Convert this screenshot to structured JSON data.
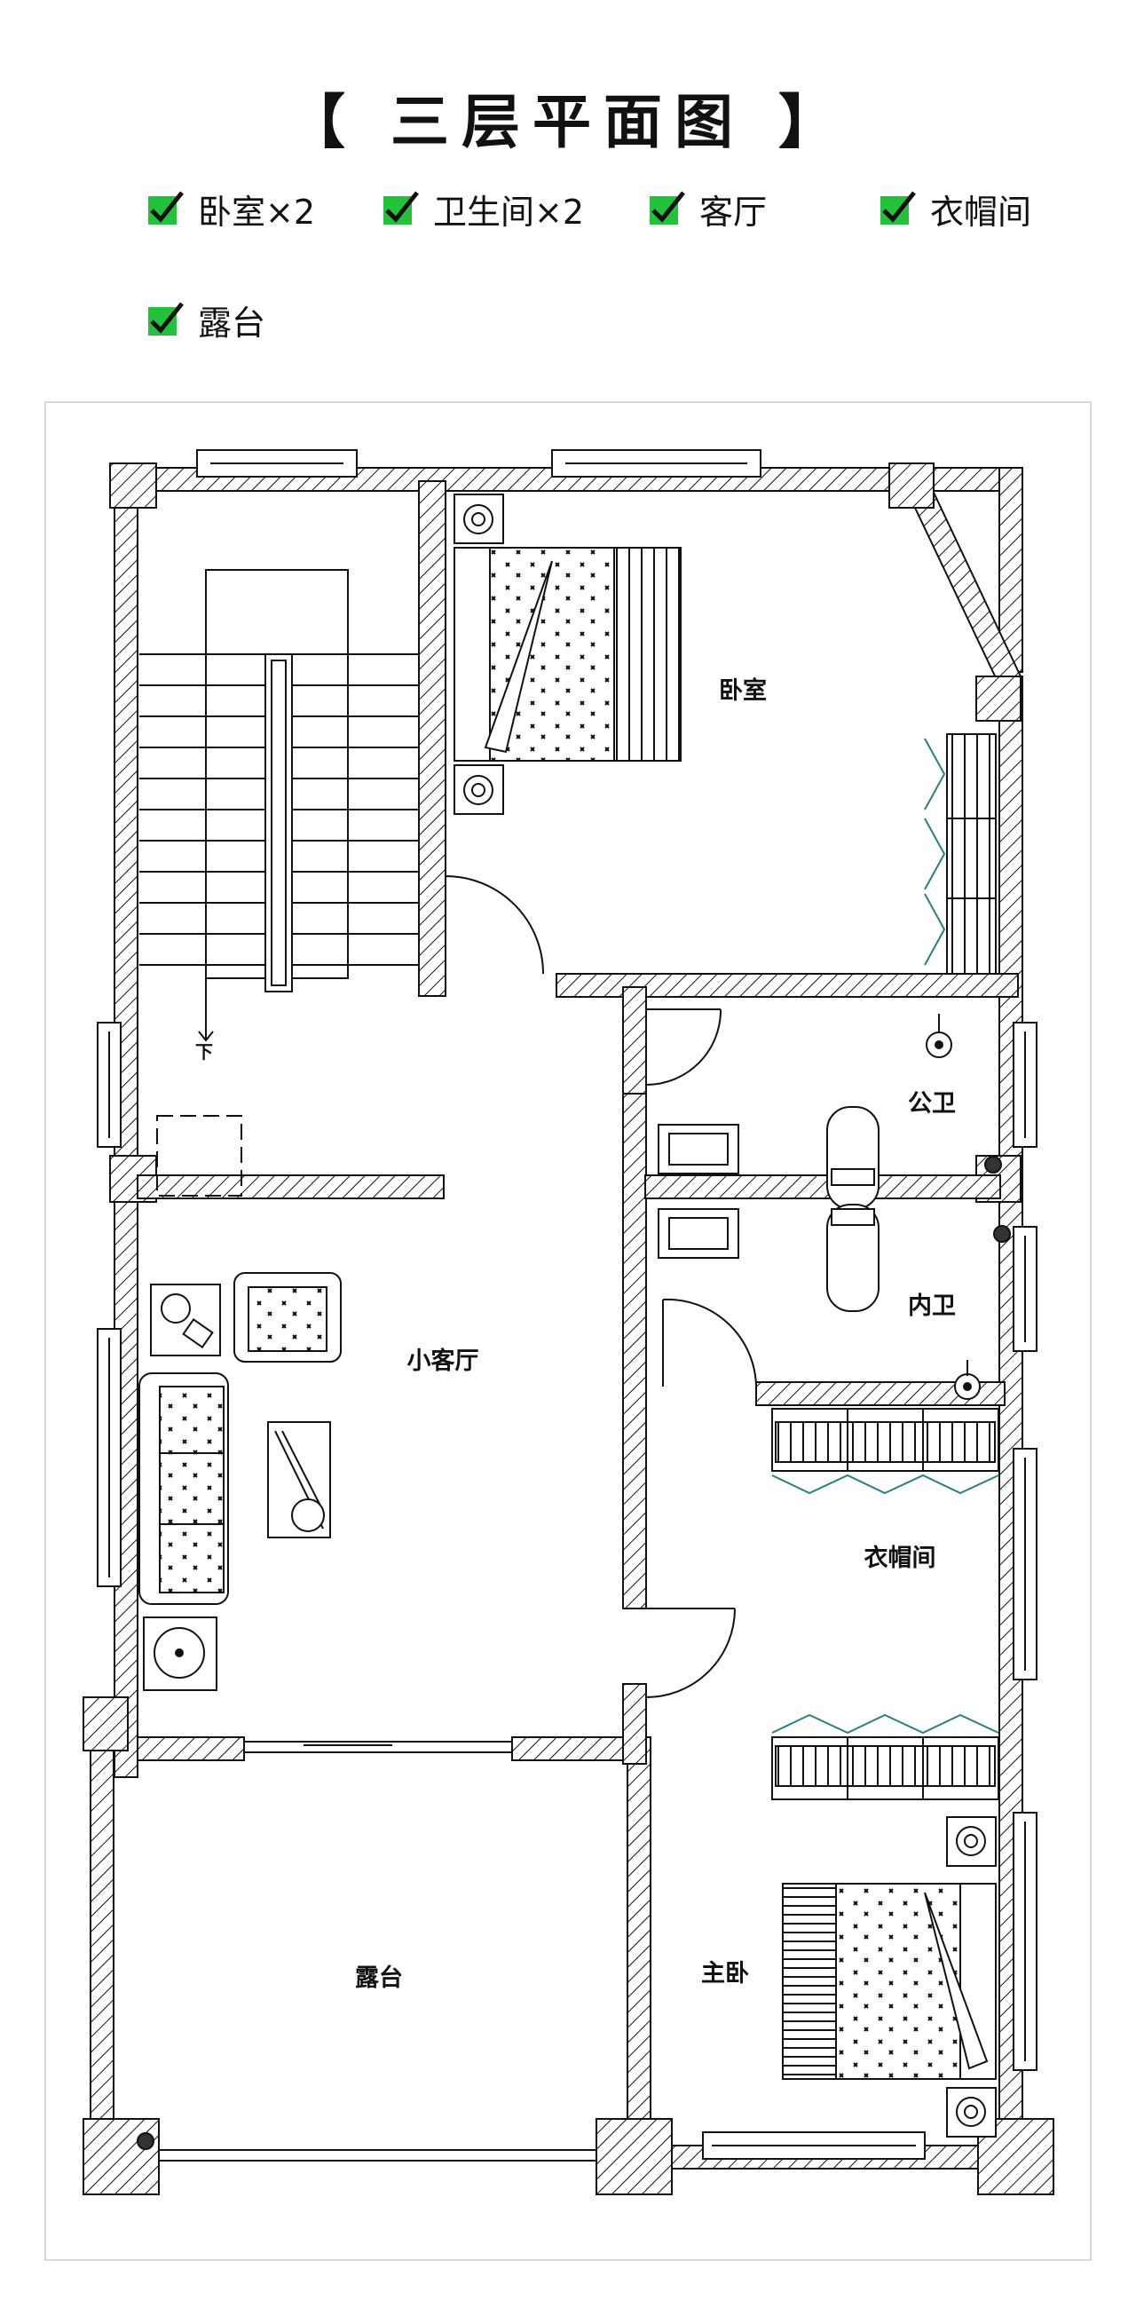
{
  "title": "【 三层平面图 】",
  "legend": [
    {
      "label": "卧室×2",
      "checked": true
    },
    {
      "label": "卫生间×2",
      "checked": true
    },
    {
      "label": "客厅",
      "checked": true
    },
    {
      "label": "衣帽间",
      "checked": true
    },
    {
      "label": "露台",
      "checked": true
    }
  ],
  "rooms": {
    "bedroom": "卧室",
    "public_bath": "公卫",
    "inner_bath": "内卫",
    "small_living": "小客厅",
    "closet": "衣帽间",
    "terrace": "露台",
    "master_bedroom": "主卧",
    "stair_down": "下"
  },
  "colors": {
    "check_green": "#22c33a",
    "wall_line": "#111111",
    "plan_frame": "#d9d9d9",
    "cabinet_teal": "#2a7f7f"
  }
}
